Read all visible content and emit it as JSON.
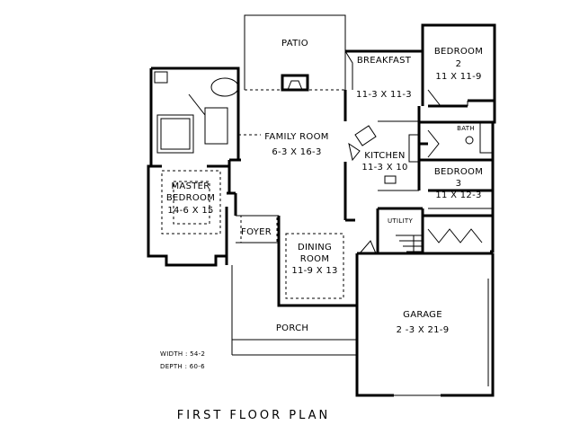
{
  "rooms": {
    "patio": {
      "name": "PATIO"
    },
    "breakfast": {
      "name": "BREAKFAST",
      "size": "11-3 X 11-3"
    },
    "bedroom2": {
      "name": "BEDROOM",
      "num": "2",
      "size": "11 X 11-9"
    },
    "family_room": {
      "name": "FAMILY ROOM",
      "size": "6-3 X 16-3"
    },
    "kitchen": {
      "name": "KITCHEN",
      "size": "11-3 X 10"
    },
    "bath": {
      "name": "BATH"
    },
    "bedroom3": {
      "name": "BEDROOM",
      "num": "3",
      "size": "11 X 12-3"
    },
    "master": {
      "name1": "MASTER",
      "name2": "BEDROOM",
      "size": "14-6 X 15"
    },
    "foyer": {
      "name": "FOYER"
    },
    "utility": {
      "name": "UTILITY"
    },
    "dining": {
      "name1": "DINING",
      "name2": "ROOM",
      "size": "11-9 X 13"
    },
    "garage": {
      "name": "GARAGE",
      "size": "2 -3 X 21-9"
    },
    "porch": {
      "name": "PORCH"
    }
  },
  "dimensions": {
    "width": "WIDTH : 54-2",
    "depth": "DEPTH : 60-6"
  },
  "plan_title": "FIRST  FLOOR  PLAN"
}
